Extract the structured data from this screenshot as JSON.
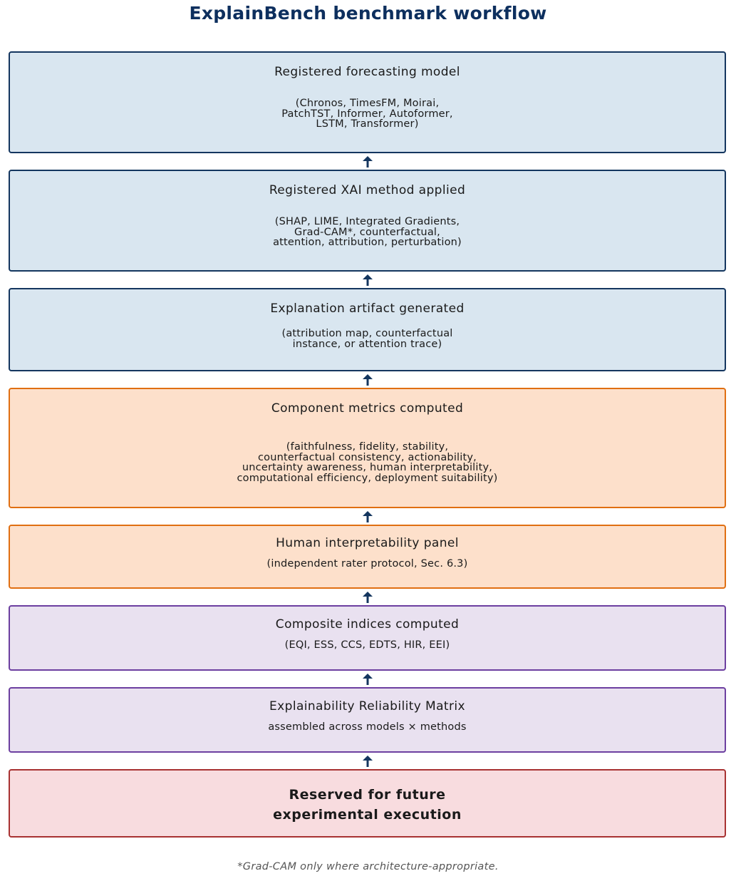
{
  "title": "ExplainBench benchmark workflow",
  "steps": [
    {
      "heading": "Registered forecasting model",
      "detail": [
        "(Chronos, TimesFM, Moirai,",
        "PatchTST, Informer, Autoformer,",
        "LSTM, Transformer)"
      ]
    },
    {
      "heading": "Registered XAI method applied",
      "detail": [
        "(SHAP, LIME, Integrated Gradients,",
        "Grad-CAM*, counterfactual,",
        "attention, attribution, perturbation)"
      ]
    },
    {
      "heading": "Explanation artifact generated",
      "detail": [
        "(attribution map, counterfactual",
        "instance, or attention trace)"
      ]
    },
    {
      "heading": "Component metrics computed",
      "detail": [
        "(faithfulness, fidelity, stability,",
        "counterfactual consistency, actionability,",
        "uncertainty awareness, human interpretability,",
        "computational efficiency, deployment suitability)"
      ]
    },
    {
      "heading": "Human interpretability panel",
      "detail": [
        "(independent rater protocol, Sec. 6.3)"
      ]
    },
    {
      "heading": "Composite indices computed",
      "detail": [
        "(EQI, ESS, CCS, EDTS, HIR, EEI)"
      ]
    },
    {
      "heading": "Explainability Reliability Matrix",
      "detail": [
        "assembled across models × methods"
      ]
    },
    {
      "heading": [
        "Reserved for future",
        "experimental execution"
      ],
      "detail": []
    }
  ],
  "footnote": "*Grad-CAM only where architecture-appropriate.",
  "colors": {
    "title": "#0d2f5e",
    "blue_fill": "#d9e6f0",
    "blue_border": "#14365f",
    "orange_fill": "#fde0cb",
    "orange_border": "#e06f12",
    "purple_fill": "#e9e1f0",
    "purple_border": "#6c3fa0",
    "red_fill": "#f8dcdf",
    "red_border": "#a83232",
    "arrow": "#14365f"
  }
}
